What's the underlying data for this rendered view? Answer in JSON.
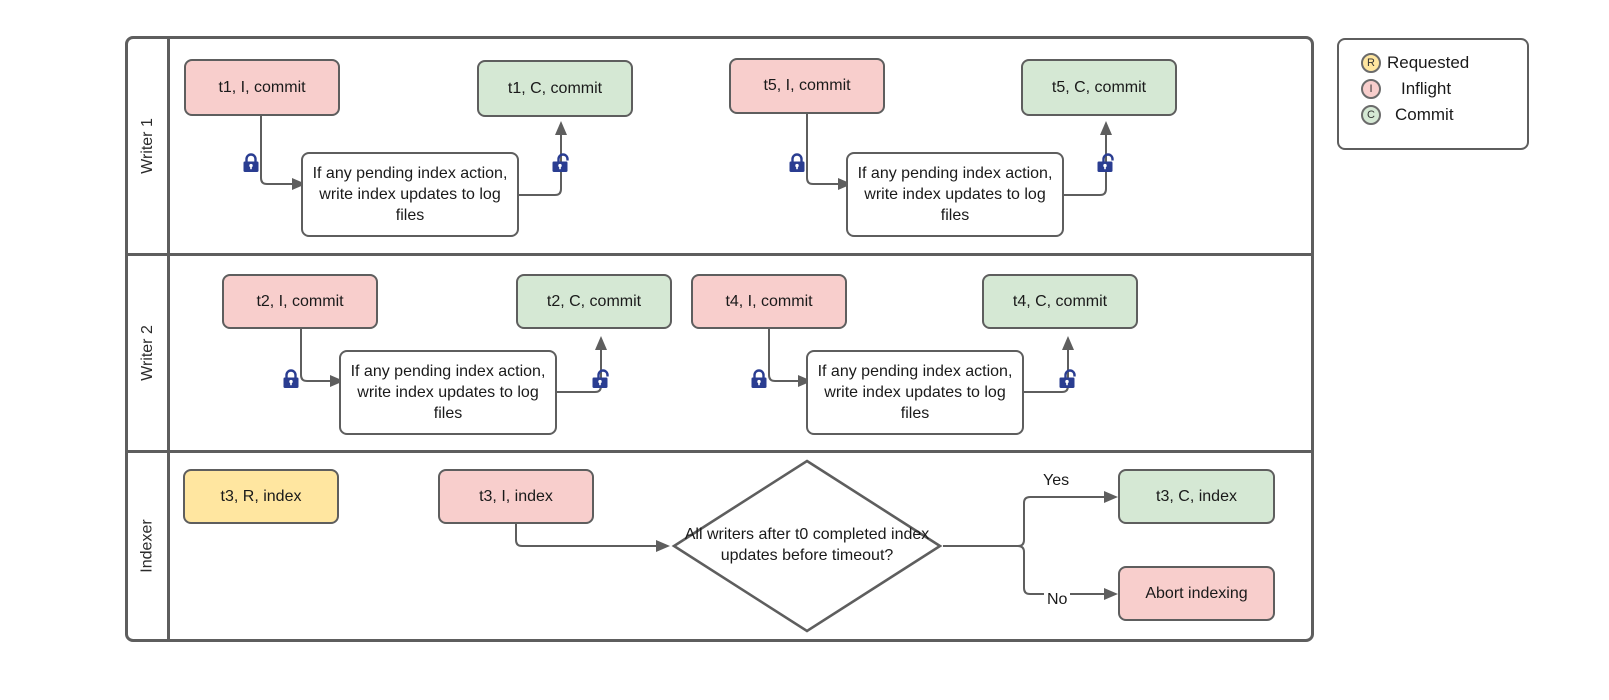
{
  "diagram": {
    "title": "Writer / Indexer swimlane flow",
    "colors": {
      "pink": "#f8cecc",
      "green": "#d5e8d4",
      "yellow": "#ffe6a0",
      "white": "#ffffff",
      "border": "#5e5e5e",
      "lock": "#2a3d91"
    },
    "process_text": "If any pending index action, write index updates to log files"
  },
  "lanes": [
    {
      "label": "Writer 1"
    },
    {
      "label": "Writer 2"
    },
    {
      "label": "Indexer"
    }
  ],
  "writer1": {
    "t1_inflight": "t1, I, commit",
    "t1_commit": "t1, C, commit",
    "t5_inflight": "t5, I, commit",
    "t5_commit": "t5, C, commit",
    "process_left": "If any pending index action, write index updates to log files",
    "process_right": "If any pending index action, write index updates to log files",
    "lock_left": "lock-icon",
    "unlock_left": "unlock-icon",
    "lock_right": "lock-icon",
    "unlock_right": "unlock-icon"
  },
  "writer2": {
    "t2_inflight": "t2, I, commit",
    "t2_commit": "t2, C, commit",
    "t4_inflight": "t4, I, commit",
    "t4_commit": "t4, C, commit",
    "process_left": "If any pending index action, write index updates to log files",
    "process_right": "If any pending index action, write index updates to log files",
    "lock_left": "lock-icon",
    "unlock_left": "unlock-icon",
    "lock_right": "lock-icon",
    "unlock_right": "unlock-icon"
  },
  "indexer": {
    "t3_requested": "t3, R, index",
    "t3_inflight": "t3, I, index",
    "decision": "All writers after t0 completed index updates before timeout?",
    "yes_label": "Yes",
    "no_label": "No",
    "t3_commit": "t3, C, index",
    "abort": "Abort indexing"
  },
  "legend": {
    "items": [
      {
        "code": "R",
        "label": "Requested",
        "color": "#ffe6a0"
      },
      {
        "code": "I",
        "label": "Inflight",
        "color": "#f8cecc"
      },
      {
        "code": "C",
        "label": "Commit",
        "color": "#d5e8d4"
      }
    ]
  }
}
